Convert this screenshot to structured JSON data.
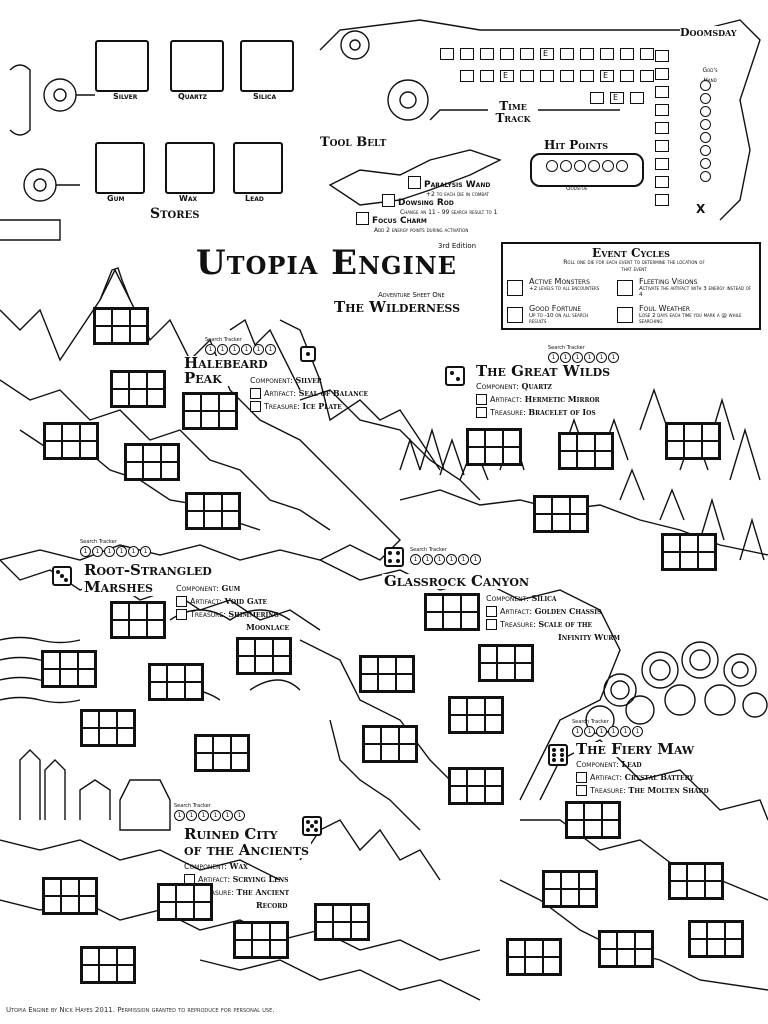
{
  "stores": {
    "top_labels": [
      "Silver",
      "Quartz",
      "Silica"
    ],
    "bottom_labels": [
      "Gum",
      "Wax",
      "Lead"
    ],
    "title": "Stores"
  },
  "tool_belt": {
    "title": "Tool Belt",
    "items": [
      {
        "name": "Paralysis Wand",
        "desc": "+2 to each die in combat"
      },
      {
        "name": "Dowsing Rod",
        "desc": "Change an 11 - 99 search result to 1"
      },
      {
        "name": "Focus Charm",
        "desc": "Add 2 energy points during activation"
      }
    ]
  },
  "tracks": {
    "time_track": "Time Track",
    "doomsday": "Doomsday",
    "gods_hand": "God's Hand",
    "hit_points": "Hit Points",
    "godsfoe": "Godsfoe",
    "event_marker": "E",
    "end_marker": "X"
  },
  "header": {
    "edition": "3rd Edition",
    "title": "Utopia Engine",
    "sheet_label": "Adventure Sheet One",
    "sheet_name": "The Wilderness"
  },
  "event_cycles": {
    "title": "Event Cycles",
    "subtitle": "Roll one die for each event to determine the location of that event",
    "events": [
      {
        "name": "Active Monsters",
        "desc": "+2 levels to all encounters"
      },
      {
        "name": "Fleeting Visions",
        "desc": "Activate the artifact with 3 energy instead of 4"
      },
      {
        "name": "Good Fortune",
        "desc": "Up to -10 on all search results"
      },
      {
        "name": "Foul Weather",
        "desc": "Lose 2 days each time you mark a @ while searching"
      }
    ]
  },
  "labels": {
    "search_cap": "Search Tracker",
    "component": "Component:",
    "artifact": "Artifact:",
    "treasure": "Treasure:",
    "search_steps": [
      "1",
      "1",
      "1",
      "1",
      "1",
      "1"
    ]
  },
  "regions": [
    {
      "title_1": "Halebeard",
      "title_2": "Peak",
      "die": 1,
      "component": "Silver",
      "artifact": "Seal of Balance",
      "treasure": "Ice Plate",
      "treasure_2": ""
    },
    {
      "title_1": "The Great Wilds",
      "title_2": "",
      "die": 2,
      "component": "Quartz",
      "artifact": "Hermetic Mirror",
      "treasure": "Bracelet of Ios",
      "treasure_2": ""
    },
    {
      "title_1": "Root-Strangled",
      "title_2": "Marshes",
      "die": 3,
      "component": "Gum",
      "artifact": "Void Gate",
      "treasure": "Shimmering",
      "treasure_2": "Moonlace"
    },
    {
      "title_1": "Glassrock Canyon",
      "title_2": "",
      "die": 4,
      "component": "Silica",
      "artifact": "Golden Chassis",
      "treasure": "Scale of the",
      "treasure_2": "Infinity Wurm"
    },
    {
      "title_1": "Ruined City",
      "title_2": "of the Ancients",
      "die": 5,
      "component": "Wax",
      "artifact": "Scrying Lens",
      "treasure": "The Ancient",
      "treasure_2": "Record"
    },
    {
      "title_1": "The Fiery Maw",
      "title_2": "",
      "die": 6,
      "component": "Lead",
      "artifact": "Crystal Battery",
      "treasure": "The Molten Shard",
      "treasure_2": ""
    }
  ],
  "footer": "Utopia Engine by Nick Hayes 2011.   Permission granted to reproduce for personal use."
}
